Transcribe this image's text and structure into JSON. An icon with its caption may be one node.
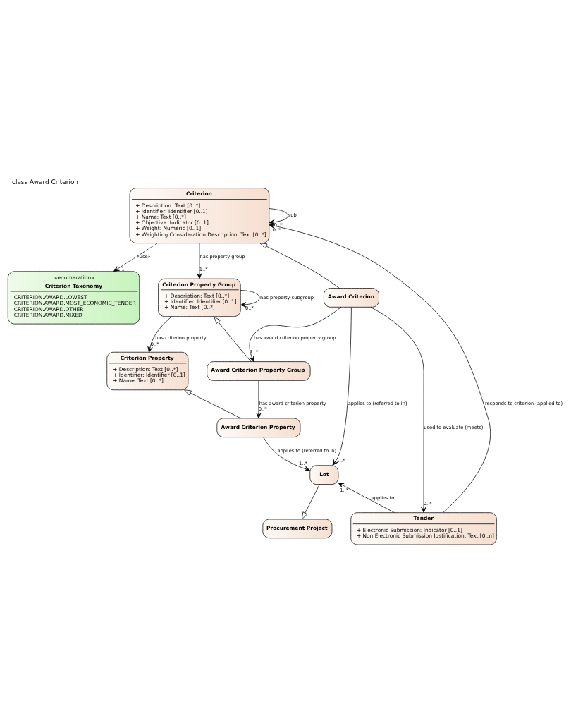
{
  "diagram": {
    "title": "class Award Criterion",
    "nodes": [
      {
        "text": [
          "Criterion",
          "+ Description: Text [0..*]",
          "+ Identifier: Identifier [0..1]",
          "+ Name: Text [0..*]",
          "+ Objective: Indicator [0..1]",
          "+ Weight: Numeric [0..1]",
          "+ Weighting Consideration Description: Text [0..*]"
        ]
      },
      {
        "text": [
          "«enumeration»",
          "Criterion Taxonomy",
          "CRITERION.AWARD.LOWEST",
          "CRITERION.AWARD.MOST_ECONOMIC_TENDER",
          "CRITERION.AWARD.OTHER",
          "CRITERION.AWARD.MIXED"
        ]
      },
      {
        "text": [
          "Criterion Property Group",
          "+ Description: Text [0..*]",
          "+ Identifier: Identifier [0..1]",
          "+ Name: Text [0..*]"
        ]
      },
      {
        "text": [
          "Award Criterion"
        ]
      },
      {
        "text": [
          "Criterion Property",
          "+ Description: Text [0..*]",
          "+ Identifier: Identifier [0..1]",
          "+ Name: Text [0..*]"
        ]
      },
      {
        "text": [
          "Award Criterion Property Group"
        ]
      },
      {
        "text": [
          "Award Criterion Property"
        ]
      },
      {
        "text": [
          "Lot"
        ]
      },
      {
        "text": [
          "Procurement Project"
        ]
      },
      {
        "text": [
          "Tender",
          "+ Electronic Submission: Indicator [0..1]",
          "+ Non Electronic Submission Justification: Text [0..n]"
        ]
      }
    ],
    "edges": [
      {
        "from": 0,
        "to": 0,
        "arrow": "to",
        "label": "sub"
      },
      {
        "from": 0,
        "to": 1,
        "arrow": "to",
        "style": "dashed",
        "label": "«use»"
      },
      {
        "from": 3,
        "to": 0,
        "arrow": "to"
      },
      {
        "from": 0,
        "to": 2,
        "arrow": "to",
        "label": "has property group"
      },
      {
        "from": 2,
        "to": 2,
        "arrow": "to",
        "label": "has property subgroup"
      },
      {
        "from": 2,
        "to": 4,
        "arrow": "to",
        "label": "has criterion property"
      },
      {
        "from": 3,
        "to": 5,
        "arrow": "to",
        "label": "has award criterion property group"
      },
      {
        "from": 5,
        "to": 2,
        "arrow": "to"
      },
      {
        "from": 5,
        "to": 6,
        "arrow": "to",
        "label": "has award criterion property"
      },
      {
        "from": 6,
        "to": 4,
        "arrow": "to"
      },
      {
        "from": 3,
        "to": 7,
        "arrow": "to",
        "label": "applies to (referred to in)"
      },
      {
        "from": 6,
        "to": 7,
        "arrow": "to",
        "label": "applies to (referred to in)"
      },
      {
        "from": 7,
        "to": 8,
        "arrow": "to"
      },
      {
        "from": 9,
        "to": 7,
        "arrow": "to",
        "label": "applies to"
      },
      {
        "from": 3,
        "to": 9,
        "arrow": "to",
        "label": "used to evaluate (meets)"
      },
      {
        "from": 9,
        "to": 0,
        "arrow": "to",
        "label": "responds to criterion (applied to)"
      }
    ],
    "labels": [
      "0..*",
      "0..*",
      "1",
      "1..*",
      "0..*",
      "0..*",
      "1..*",
      "0..*",
      "1..*",
      "1..*",
      "1..*",
      "0..*"
    ]
  }
}
